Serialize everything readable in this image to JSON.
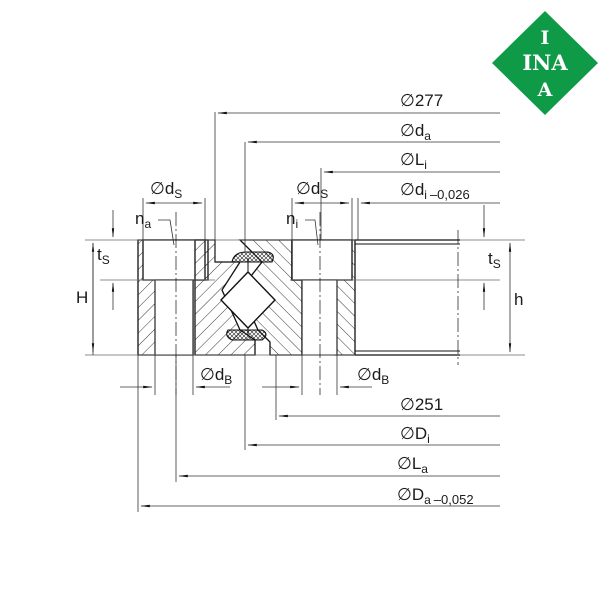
{
  "logo": {
    "brand": "INA",
    "top_letter": "I",
    "middle": "INA",
    "bottom_letter": "A",
    "color": "#0f9a48"
  },
  "drawing": {
    "title": "Crossed roller bearing cross-section",
    "top_dimensions": [
      {
        "symbol": "∅",
        "main": "277",
        "sub": "",
        "tol": ""
      },
      {
        "symbol": "∅",
        "main": "d",
        "sub": "a",
        "tol": ""
      },
      {
        "symbol": "∅",
        "main": "L",
        "sub": "i",
        "tol": ""
      },
      {
        "symbol": "∅",
        "main": "d",
        "sub": "i",
        "tol": "–0,026"
      }
    ],
    "bottom_dimensions": [
      {
        "symbol": "∅",
        "main": "251",
        "sub": "",
        "tol": ""
      },
      {
        "symbol": "∅",
        "main": "D",
        "sub": "i",
        "tol": ""
      },
      {
        "symbol": "∅",
        "main": "L",
        "sub": "a",
        "tol": ""
      },
      {
        "symbol": "∅",
        "main": "D",
        "sub": "a",
        "tol": "–0,052"
      }
    ],
    "hole_labels": {
      "ds_left": {
        "symbol": "∅",
        "main": "d",
        "sub": "S"
      },
      "ds_right": {
        "symbol": "∅",
        "main": "d",
        "sub": "S"
      },
      "dB_left": {
        "symbol": "∅",
        "main": "d",
        "sub": "B"
      },
      "dB_right": {
        "symbol": "∅",
        "main": "d",
        "sub": "B"
      },
      "na": {
        "main": "n",
        "sub": "a"
      },
      "ni": {
        "main": "n",
        "sub": "i"
      }
    },
    "height_labels": {
      "ts_left": {
        "main": "t",
        "sub": "S"
      },
      "ts_right": {
        "main": "t",
        "sub": "S"
      },
      "H": "H",
      "h": "h"
    }
  }
}
